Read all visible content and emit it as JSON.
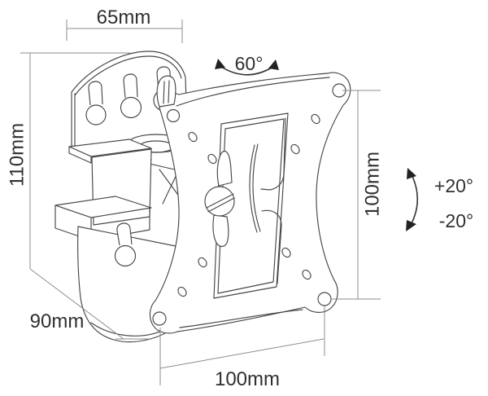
{
  "figure": {
    "kind": "technical line drawing",
    "subject": "Tilt and swivel TV wall-mount bracket, isometric view",
    "background_color": "#ffffff",
    "outline_color": "#474747",
    "dimension_line_color": "#8c8c8c",
    "text_color": "#2f2f2f"
  },
  "annotations": {
    "wall_plate_width": "65mm",
    "mount_height": "110mm",
    "mount_depth": "90mm",
    "vesa_height": "100mm",
    "vesa_width": "100mm",
    "swivel_angle": "60°",
    "tilt_up_angle": "+20°",
    "tilt_down_angle": "-20°"
  }
}
